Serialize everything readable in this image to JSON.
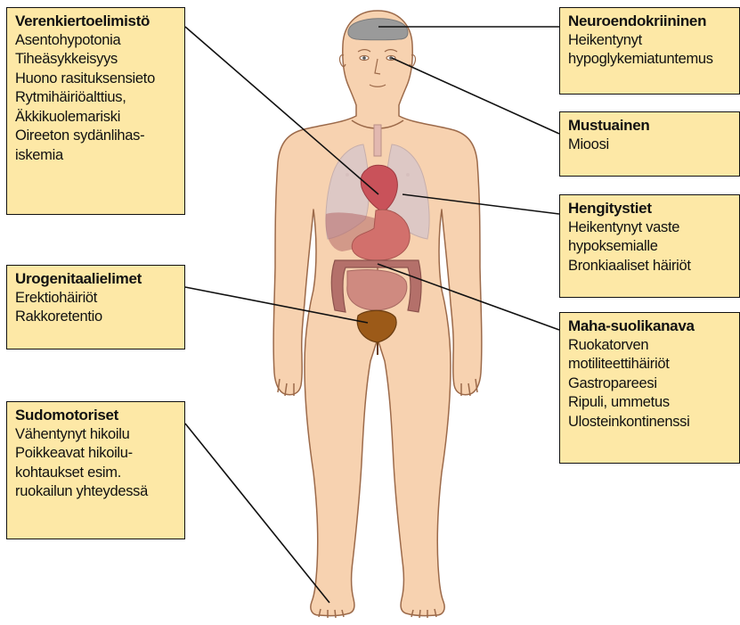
{
  "boxes": {
    "cardio": {
      "title": "Verenkiertoelimistö",
      "lines": [
        "Asentohypotonia",
        "Tiheäsykkeisyys",
        "Huono rasituksensieto",
        "Rytmihäiriöalttius,",
        "Äkkikuolemariski",
        "Oireeton sydänlihas-",
        "iskemia"
      ]
    },
    "urogenital": {
      "title": "Urogenitaalielimet",
      "lines": [
        "Erektiohäiriöt",
        "Rakkoretentio"
      ]
    },
    "sudomotor": {
      "title": "Sudomotoriset",
      "lines": [
        "Vähentynyt hikoilu",
        "Poikkeavat hikoilu-",
        "kohtaukset esim.",
        "ruokailun yhteydessä"
      ]
    },
    "neuroendocrine": {
      "title": "Neuroendokriininen",
      "lines": [
        "Heikentynyt",
        "hypoglykemiatuntemus"
      ]
    },
    "pupil": {
      "title": "Mustuainen",
      "lines": [
        "Mioosi"
      ]
    },
    "respiratory": {
      "title": "Hengitystiet",
      "lines": [
        "Heikentynyt vaste",
        "hypoksemialle",
        "Bronkiaaliset häiriöt"
      ]
    },
    "gi": {
      "title": "Maha-suolikanava",
      "lines": [
        "Ruokatorven",
        "motiliteettihäiriöt",
        "Gastropareesi",
        "Ripuli, ummetus",
        "Ulosteinkontinenssi"
      ]
    }
  },
  "colors": {
    "box_fill": "#fde8a6",
    "skin": "#f7d2b0",
    "skin_outline": "#9c6a4a",
    "lungs": "#d9c7c9",
    "heart": "#c9525a",
    "stomach": "#d2706c",
    "intestine": "#b4706a",
    "bladder": "#9c5a18",
    "brain": "#9a9a9a"
  }
}
